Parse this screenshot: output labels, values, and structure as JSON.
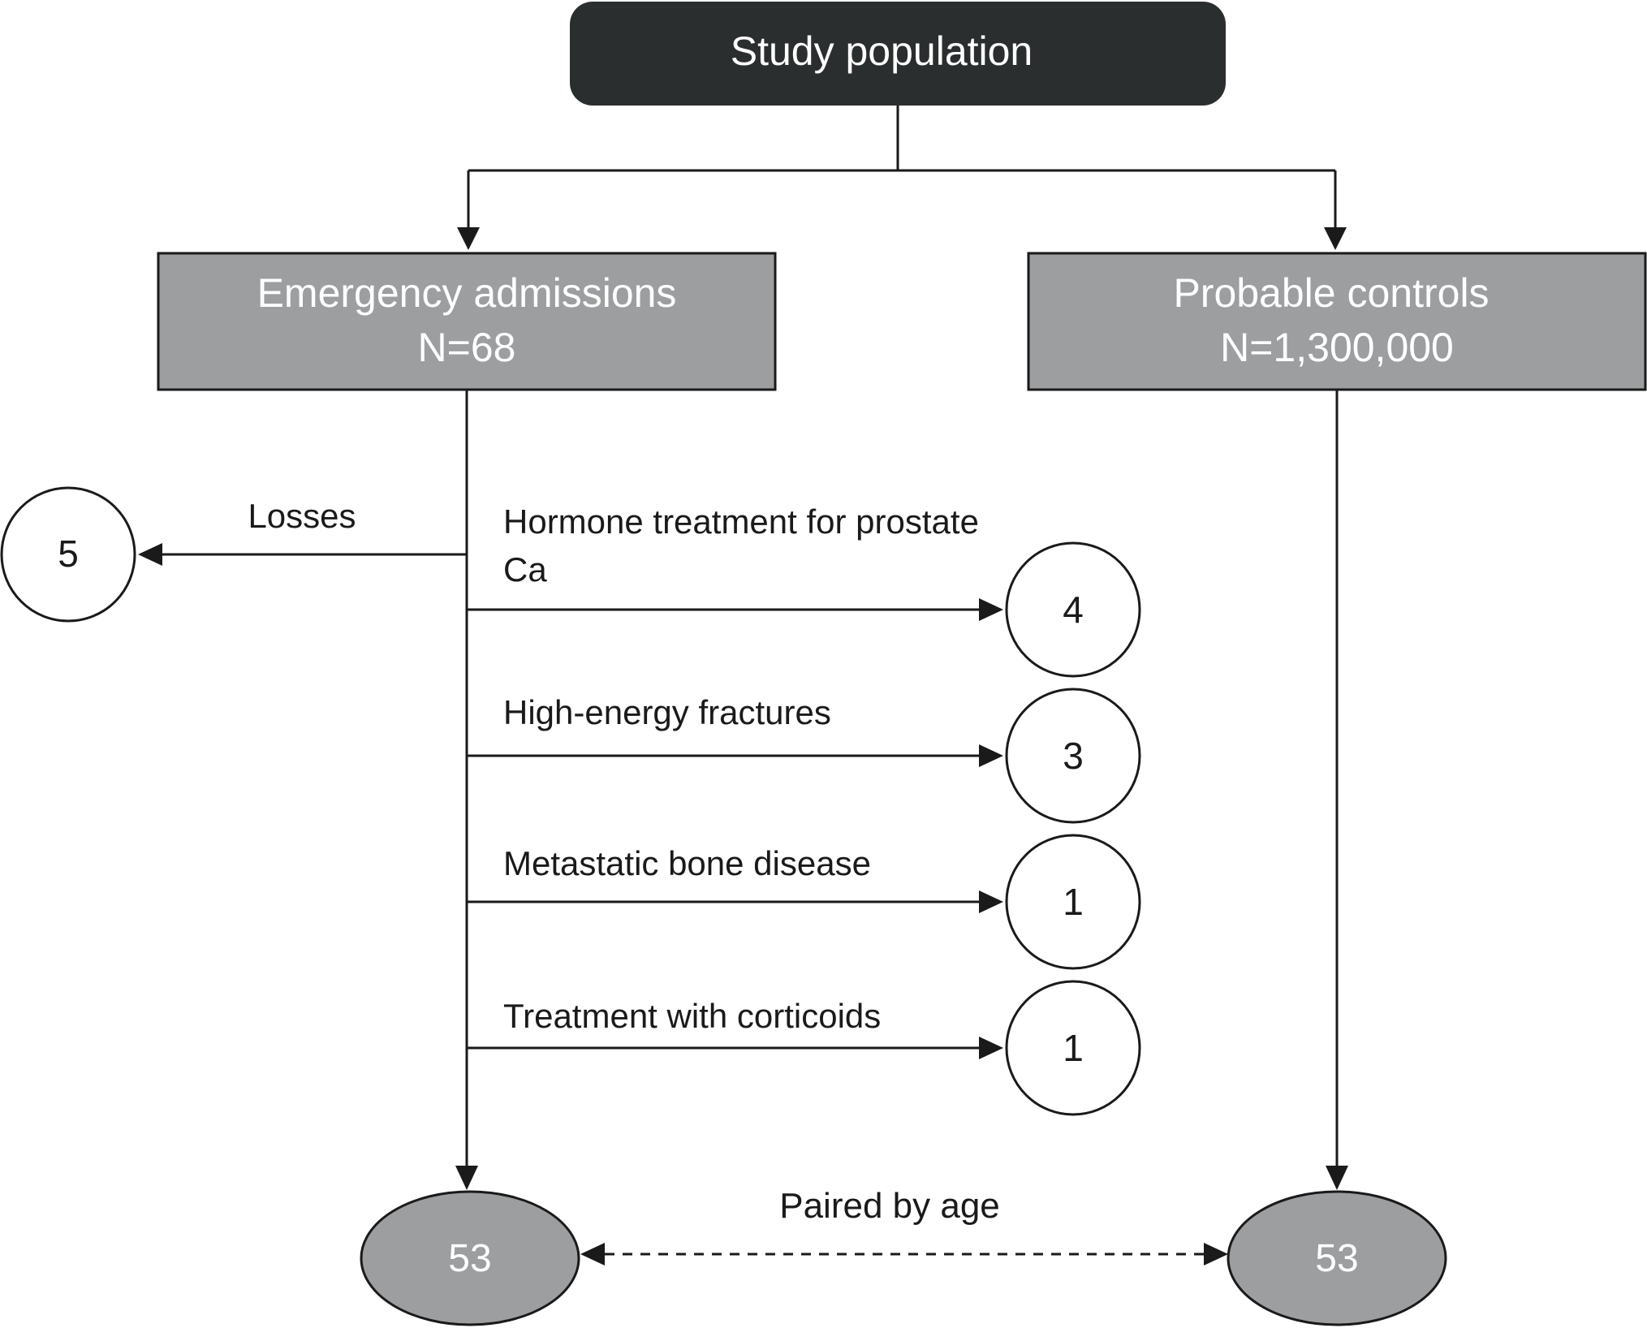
{
  "diagram": {
    "top_box": {
      "label": "Study population"
    },
    "left_box": {
      "title": "Emergency admissions",
      "count": "N=68"
    },
    "right_box": {
      "title": "Probable controls",
      "count": "N=1,300,000"
    },
    "losses": {
      "label": "Losses",
      "count": "5"
    },
    "exclusions": [
      {
        "label_line1": "Hormone treatment for prostate",
        "label_line2": "Ca",
        "count": "4"
      },
      {
        "label_line1": "High-energy fractures",
        "label_line2": "",
        "count": "3"
      },
      {
        "label_line1": "Metastatic bone disease",
        "label_line2": "",
        "count": "1"
      },
      {
        "label_line1": "Treatment with corticoids",
        "label_line2": "",
        "count": "1"
      }
    ],
    "pairing": {
      "label": "Paired by age",
      "left_count": "53",
      "right_count": "53"
    }
  },
  "colors": {
    "top_box_fill": "#2b2e2f",
    "box_fill": "#9c9ea0",
    "ellipse_fill": "#9c9ea0",
    "circle_fill": "#ffffff",
    "stroke": "#1a1a1a"
  }
}
